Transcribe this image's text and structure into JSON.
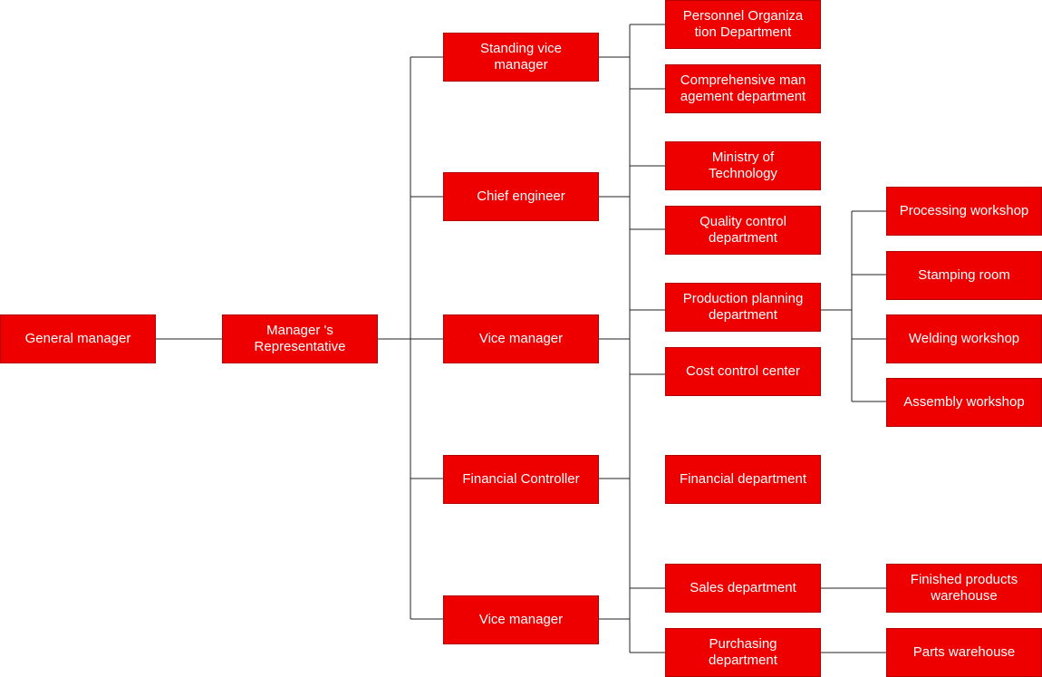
{
  "colors": {
    "node_fill": "#ee0000",
    "node_border": "#b30000",
    "node_text": "#ffffff",
    "connector": "#222222"
  },
  "nodes": {
    "general_manager": "General manager",
    "managers_representative": [
      "Manager 's",
      "Representative"
    ],
    "standing_vice_manager": [
      "Standing vice",
      "manager"
    ],
    "chief_engineer": "Chief engineer",
    "vice_manager_1": "Vice manager",
    "financial_controller": "Financial Controller",
    "vice_manager_2": "Vice manager",
    "personnel_org_dept": [
      "Personnel Organiza",
      "tion Department"
    ],
    "comprehensive_mgmt_dept": [
      "Comprehensive man",
      "agement department"
    ],
    "ministry_of_technology": [
      "Ministry of",
      "Technology"
    ],
    "quality_control_dept": [
      "Quality control",
      "department"
    ],
    "production_planning_dept": [
      "Production planning",
      "department"
    ],
    "cost_control_center": "Cost control center",
    "financial_dept": "Financial department",
    "sales_dept": "Sales department",
    "purchasing_dept": [
      "Purchasing",
      "department"
    ],
    "processing_workshop": "Processing workshop",
    "stamping_room": "Stamping room",
    "welding_workshop": "Welding workshop",
    "assembly_workshop": "Assembly workshop",
    "finished_products_warehouse": [
      "Finished products",
      "warehouse"
    ],
    "parts_warehouse": "Parts warehouse"
  }
}
